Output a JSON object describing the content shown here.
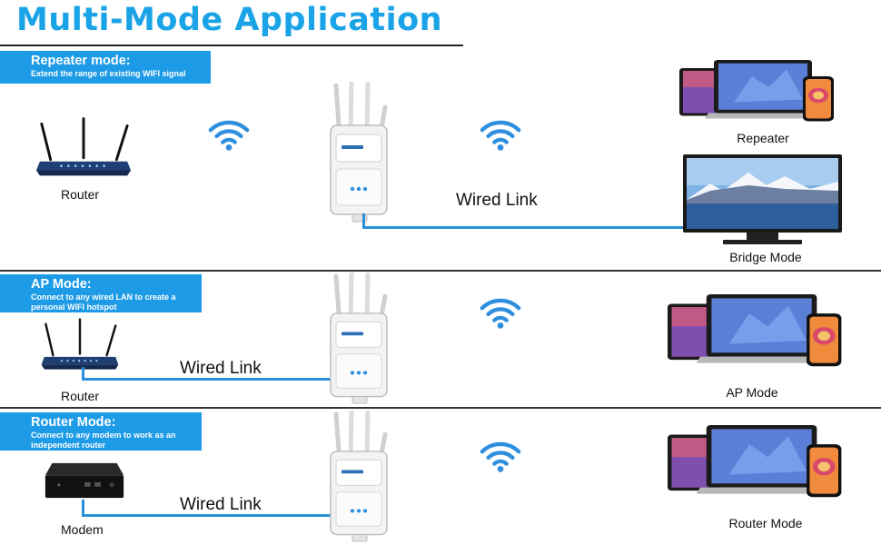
{
  "title": "Multi-Mode Application",
  "colors": {
    "accent": "#1aa3e6",
    "badge": "#1e9be6",
    "link": "#2a8fd8",
    "wifi": "#2f8fdf"
  },
  "icons": [
    "wifi-icon",
    "router-icon",
    "extender-icon",
    "devices-icon",
    "tv-icon",
    "modem-icon"
  ],
  "repeater": {
    "heading": "Repeater mode:",
    "desc": "Extend the range of existing WIFI signal",
    "router_label": "Router",
    "devices_label": "Repeater",
    "wired_label": "Wired Link",
    "tv_label": "Bridge Mode"
  },
  "ap": {
    "heading": "AP Mode:",
    "desc": "Connect to any wired LAN to create a personal WIFI hotspot",
    "router_label": "Router",
    "wired_label": "Wired Link",
    "devices_label": "AP Mode"
  },
  "router_mode": {
    "heading": "Router Mode:",
    "desc": "Connect to any modem to work as an independent router",
    "modem_label": "Modem",
    "wired_label": "Wired Link",
    "devices_label": "Router Mode"
  }
}
